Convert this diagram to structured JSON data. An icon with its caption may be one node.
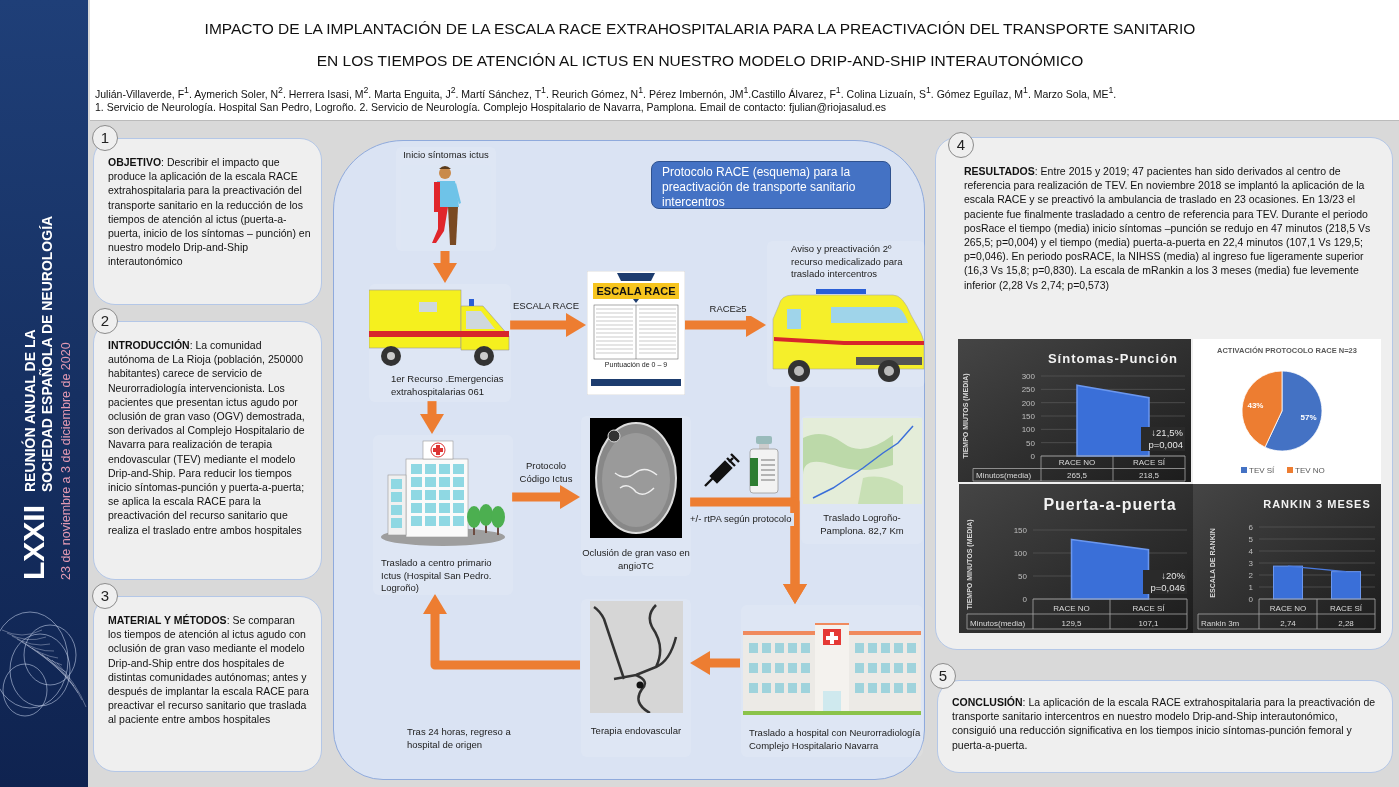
{
  "diagram": {
    "title": "IMPACTO DE LA IMPLANTACIÓN DE LA ESCALA RACE EXTRAHOSPITALARIA PARA LA PREACTIVACIÓN DEL TRANSPORTE SANITARIO EN LOS TIEMPOS DE ATENCIÓN AL ICTUS EN NUESTRO MODELO DRIP-AND-SHIP INTERAUTONÓMICO",
    "nodes": [
      {
        "text": [
          "1",
          "**OBJETIVO**: Describir el impacto que produce la aplicación de la escala RACE extrahospitalaria para la preactivación del transporte sanitario en la reducción de los tiempos de atención al ictus (puerta-a-puerta, inicio de los síntomas – punción) en nuestro modelo Drip-and-Ship interautonómico"
        ]
      },
      {
        "text": [
          "2",
          "**INTRODUCCIÓN**: La comunidad autónoma de La Rioja (población, 250000 habitantes) carece de servicio de Neurorradiología intervencionista. Los pacientes que presentan ictus agudo por oclusión de gran vaso (OGV) demostrada, son derivados al Complejo Hospitalario de Navarra para realización de terapia endovascular (TEV) mediante el modelo Drip-and-Ship. Para reducir los tiempos inicio síntomas-punción y puerta-a-puerta; se aplica la escala RACE para la preactivación del recurso sanitario que realiza el traslado entre ambos hospitales"
        ]
      },
      {
        "text": [
          "3",
          "**MATERIAL Y MÉTODOS**: Se comparan los tiempos de atención al ictus agudo con oclusión de gran vaso mediante el modelo Drip-and-Ship entre dos hospitales de distintas comunidades autónomas; antes y después de implantar la escala RACE para preactivar el recurso sanitario que traslada al paciente entre ambos hospitales"
        ]
      },
      {
        "text": [],
        "shape": "box"
      },
      {
        "text": [
          "Protocolo RACE (esquema) para la preactivación  de transporte sanitario intercentros"
        ],
        "in": 3
      },
      {
        "text": [
          "Inicio síntomas ictus"
        ],
        "in": 3
      },
      {
        "text": [
          "1er Recurso .Emergencias extrahospitalarias 061"
        ],
        "in": 3
      },
      {
        "text": [
          "ESCALA RACE",
          "Puntuación de 0 – 9"
        ],
        "in": 3
      },
      {
        "text": [
          "Aviso y preactivación 2º recurso medicalizado para traslado intercentros"
        ],
        "in": 3
      },
      {
        "text": [
          "Traslado  a centro primario Ictus (Hospital San Pedro. Logroño)"
        ],
        "in": 3
      },
      {
        "text": [
          "Oclusión de gran vaso en angioTC"
        ],
        "in": 3
      },
      {
        "text": [
          "Traslado Logroño-Pamplona. 82,7 Km"
        ],
        "in": 3
      },
      {
        "text": [
          "Terapia endovascular"
        ],
        "in": 3
      },
      {
        "text": [
          "Traslado a hospital con Neurorradiología Complejo Hospitalario Navarra"
        ],
        "in": 3
      },
      {
        "text": [
          "4",
          "**RESULTADOS**: Entre 2015 y 2019; 47 pacientes han sido derivados al centro de referencia para realización de TEV. En noviembre 2018 se implantó la aplicación de la escala RACE y se preactivó la ambulancia de traslado en 23 ocasiones. En 13/23 el paciente fue finalmente trasladado a centro de referencia para TEV. Durante el periodo posRace el tiempo (media) inicio síntomas –punción se redujo en 47 minutos (218,5 Vs 265,5; p=0,004) y el tiempo (media) puerta-a-puerta en 22,4 minutos (107,1 Vs 129,5; p=0,046). En periodo posRACE, la NIHSS (media) al ingreso fue ligeramente superior (16,3 Vs 15,8; p=0,830).  La escala de mRankin a los 3 meses (media) fue levemente inferior (2,28 Vs 2,74; p=0,573)"
        ]
      },
      {
        "text": [
          "5",
          "**CONCLUSIÓN**: La aplicación de la escala RACE extrahospitalaria para la preactivación de transporte sanitario intercentros en nuestro modelo Drip-and-Ship interautonómico, consiguió una reducción significativa en los tiempos inicio síntomas-punción femoral y puerta-a-puerta."
        ]
      }
    ],
    "edges": [
      {
        "from": 5,
        "to": 6,
        "arrow": "to"
      },
      {
        "from": 6,
        "to": 7,
        "arrow": "to",
        "label": "ESCALA RACE"
      },
      {
        "from": 7,
        "to": 8,
        "arrow": "to",
        "label": "RACE≥5"
      },
      {
        "from": 6,
        "to": 9,
        "arrow": "to"
      },
      {
        "from": 9,
        "to": 10,
        "arrow": "to",
        "label": "Protocolo Código Ictus"
      },
      {
        "from": 8,
        "to": 13,
        "arrow": "to"
      },
      {
        "from": 10,
        "to": 13,
        "arrow": "to",
        "label": "+/- rtPA según protocolo"
      },
      {
        "from": 13,
        "to": 12,
        "arrow": "to"
      },
      {
        "from": 12,
        "to": 9,
        "arrow": "to"
      }
    ],
    "labels": [
      "Julián-Villaverde, F$^{1}$. Aymerich Soler, N$^{2}$. Herrera Isasi, M$^{2}$. Marta Enguita, J$^{2}$. Martí Sánchez, T$^{1}$. Reurich Gómez, N$^{1}$. Pérez Imbernón, JM$^{1}$.Castillo Álvarez, F$^{1}$. Colina Lizuaín, S$^{1}$. Gómez Eguílaz, M$^{1}$. Marzo Sola, ME$^{1}$.",
      "1. Servicio de Neurología. Hospital San Pedro, Logroño.  2. Servicio de Neurología. Complejo Hospitalario de Navarra, Pamplona. Email  de contacto: fjulian@riojasalud.es",
      "LXXII",
      "REUNIÓN ANUAL DE LA",
      "SOCIEDAD ESPAÑOLA DE NEUROLOGÍA",
      "23 de noviembre a 3 de diciembre de 2020",
      "Tras 24 horas, regreso a hospital de origen"
    ],
    "chart_data": [
      {
        "type": "area",
        "title": "Síntomas-Punción",
        "ylabel": "TIEMPO MIUTOS (MEDIA)",
        "categories": [
          "RACE NO",
          "RACE SÍ"
        ],
        "series": [
          {
            "name": "Minutos(media)",
            "color": "#3a6fd8",
            "values": [
              265.5,
              218.5
            ]
          }
        ],
        "ylim": [
          0,
          300
        ],
        "yticks": [
          0,
          50,
          100,
          150,
          200,
          250,
          300
        ],
        "grid": true,
        "value_labels": [
          "265,5",
          "218,5"
        ],
        "annotations": [
          "↓21,5%",
          "p=0,004"
        ]
      },
      {
        "type": "pie",
        "title": "ACTIVACIÓN PROTOCOLO RACE N=23",
        "categories": [
          "TEV SÍ",
          "TEV NO"
        ],
        "values": [
          57,
          43
        ],
        "value_labels": [
          "57%",
          "43%"
        ],
        "legend": "bottom"
      },
      {
        "type": "area",
        "title": "Puerta-a-puerta",
        "ylabel": "TIEMPO MINUTOS (MEDIA)",
        "categories": [
          "RACE NO",
          "RACE SÍ"
        ],
        "series": [
          {
            "name": "Minutos(media)",
            "color": "#3a6fd8",
            "values": [
              129.5,
              107.1
            ]
          }
        ],
        "ylim": [
          0,
          150
        ],
        "yticks": [
          0,
          50,
          100,
          150
        ],
        "grid": true,
        "value_labels": [
          "129,5",
          "107,1"
        ],
        "annotations": [
          "↓20%",
          "p=0,046"
        ]
      },
      {
        "type": "bar",
        "title": "RANKIN 3 MESES",
        "ylabel": "ESCALA DE RANKIN",
        "categories": [
          "RACE NO",
          "RACE SÍ"
        ],
        "series": [
          {
            "name": "Rankin 3m",
            "color": "#3a6fd8",
            "values": [
              2.74,
              2.28
            ]
          }
        ],
        "ylim": [
          0,
          6
        ],
        "yticks": [
          0,
          1,
          2,
          3,
          4,
          5,
          6
        ],
        "grid": true,
        "value_labels": [
          "2,74",
          "2,28"
        ]
      }
    ]
  }
}
